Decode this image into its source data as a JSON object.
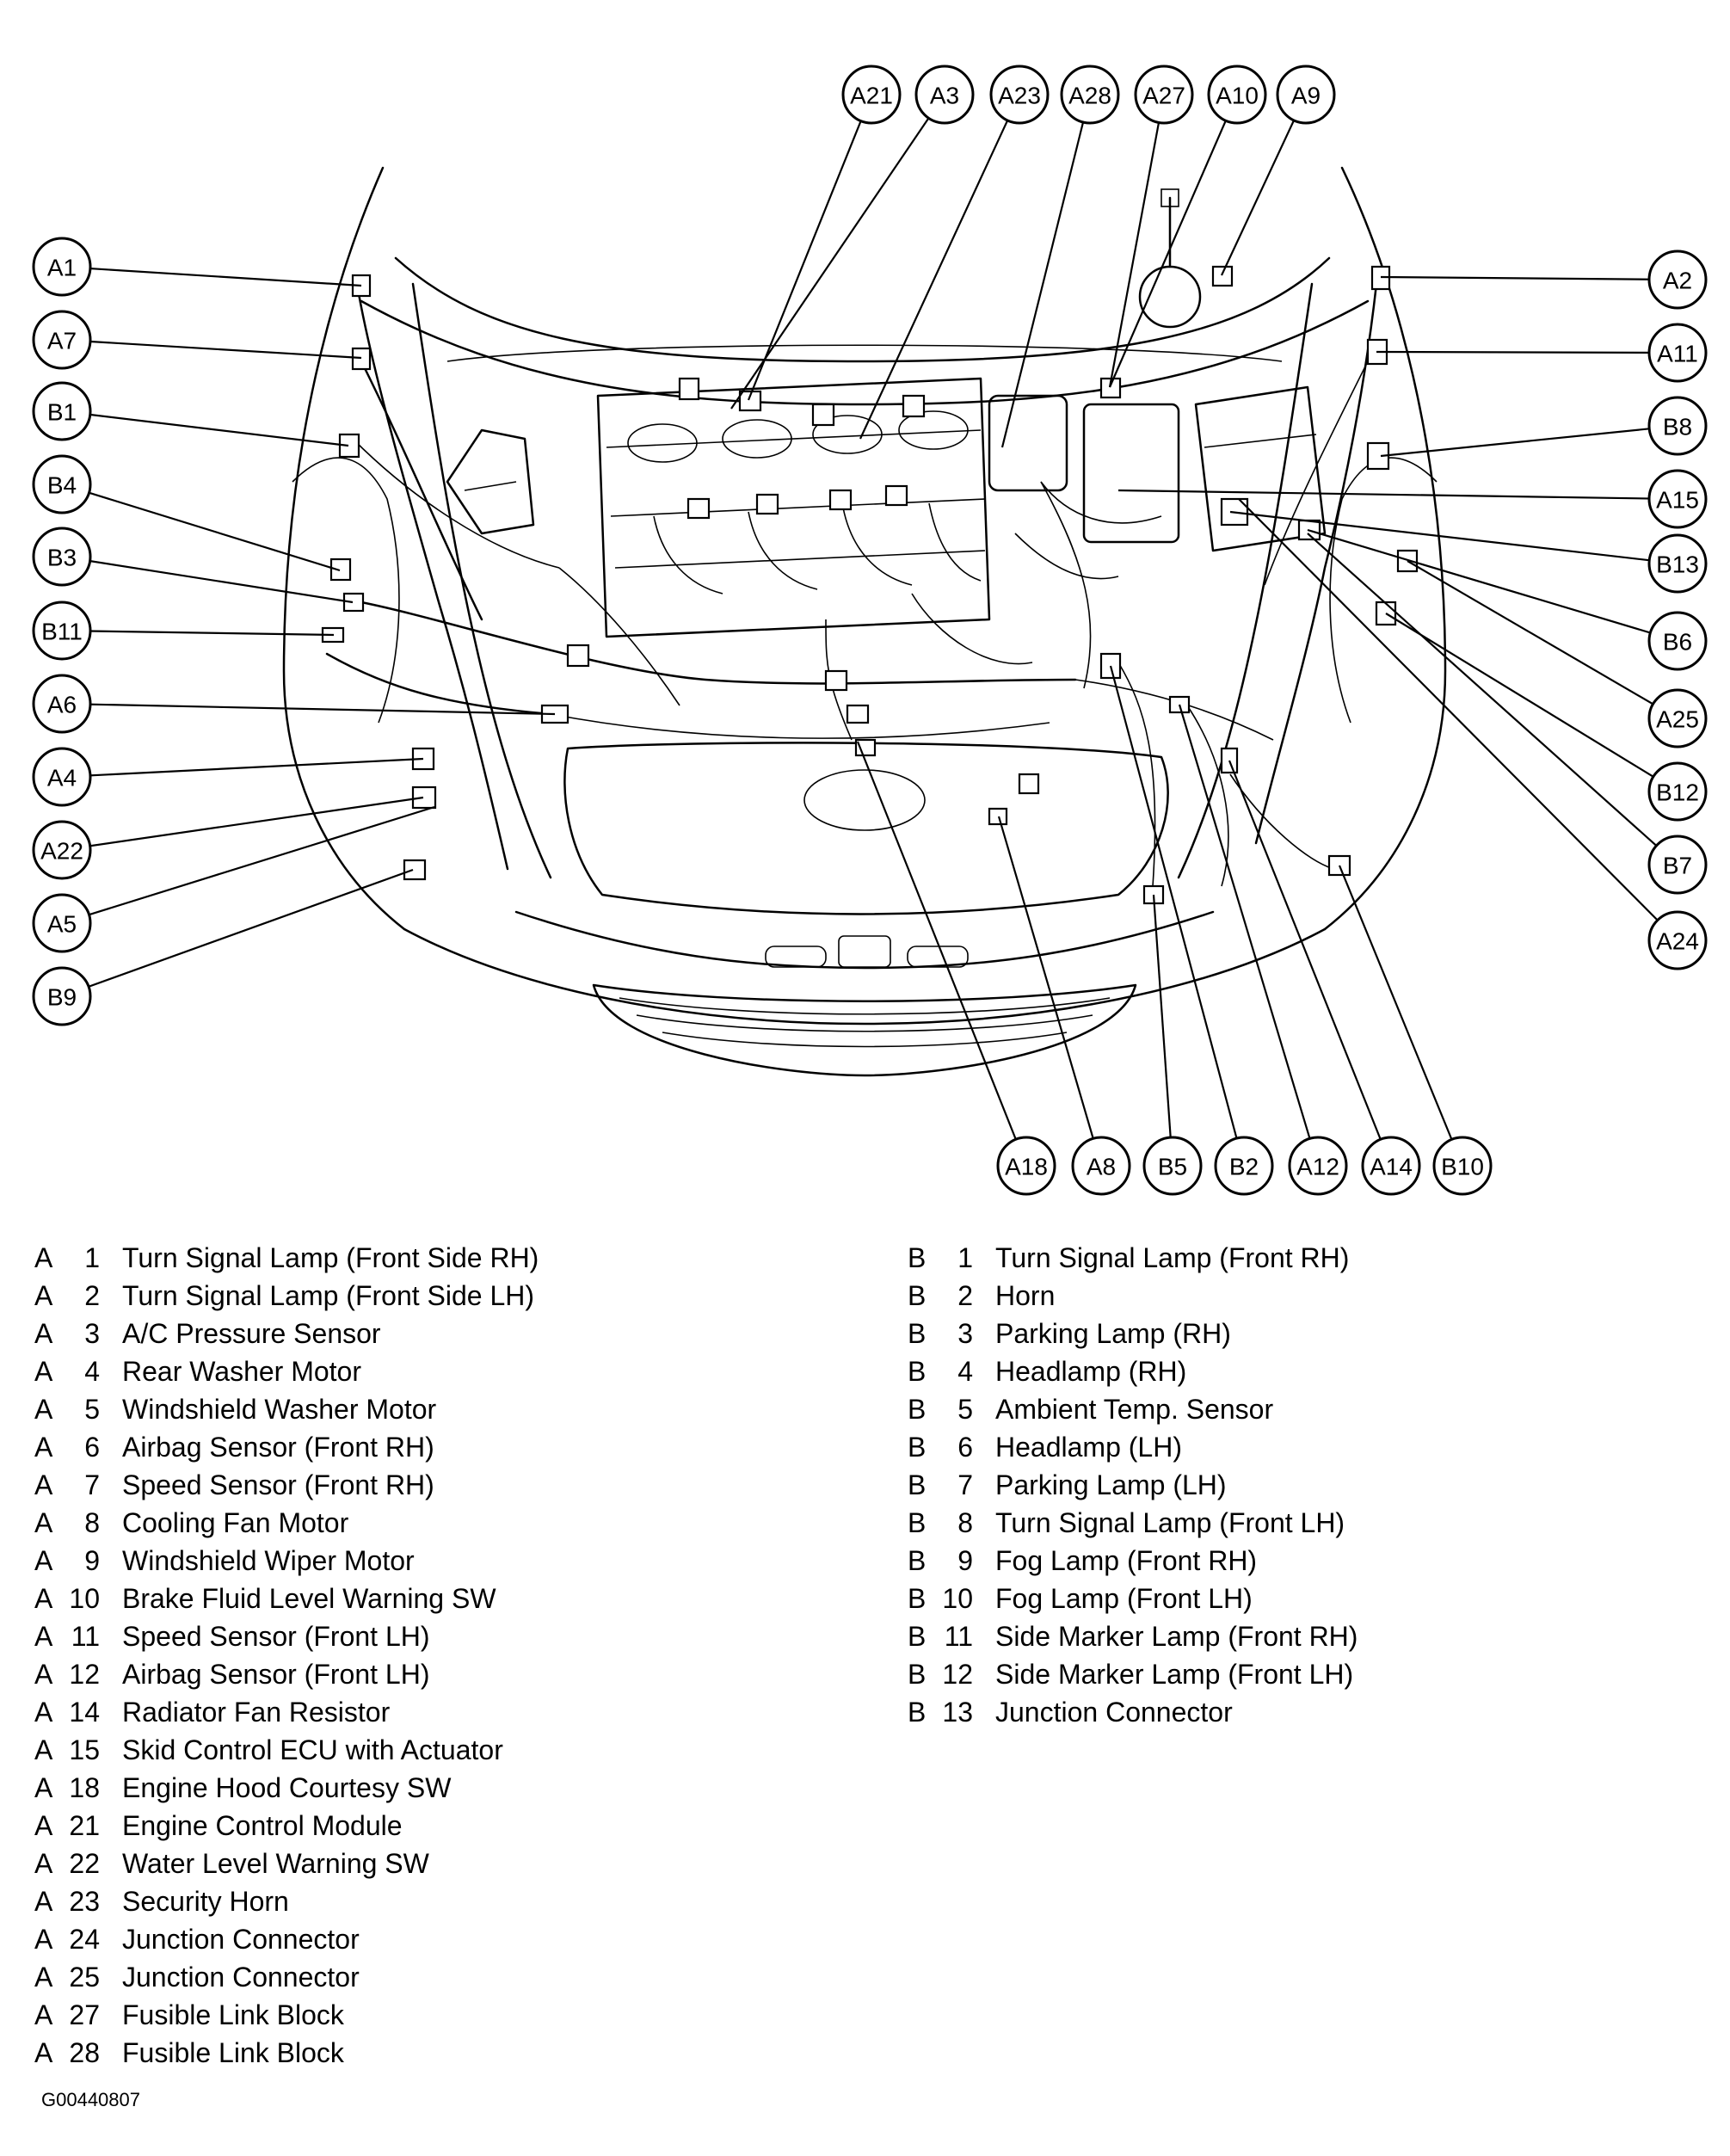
{
  "callouts": [
    "A21",
    "A3",
    "A23",
    "A28",
    "A27",
    "A10",
    "A9",
    "A1",
    "A7",
    "B1",
    "B4",
    "B3",
    "B11",
    "A6",
    "A4",
    "A22",
    "A5",
    "B9",
    "A2",
    "A11",
    "B8",
    "A15",
    "B13",
    "B6",
    "A25",
    "B12",
    "B7",
    "A24",
    "A18",
    "A8",
    "B5",
    "B2",
    "A12",
    "A14",
    "B10"
  ],
  "legend_left": [
    {
      "letter": "A",
      "num": "1",
      "label": "Turn Signal Lamp (Front Side RH)"
    },
    {
      "letter": "A",
      "num": "2",
      "label": "Turn Signal Lamp (Front Side LH)"
    },
    {
      "letter": "A",
      "num": "3",
      "label": "A/C Pressure Sensor"
    },
    {
      "letter": "A",
      "num": "4",
      "label": "Rear Washer Motor"
    },
    {
      "letter": "A",
      "num": "5",
      "label": "Windshield Washer Motor"
    },
    {
      "letter": "A",
      "num": "6",
      "label": "Airbag Sensor (Front RH)"
    },
    {
      "letter": "A",
      "num": "7",
      "label": "Speed Sensor (Front RH)"
    },
    {
      "letter": "A",
      "num": "8",
      "label": "Cooling Fan Motor"
    },
    {
      "letter": "A",
      "num": "9",
      "label": "Windshield Wiper Motor"
    },
    {
      "letter": "A",
      "num": "10",
      "label": "Brake Fluid Level Warning SW"
    },
    {
      "letter": "A",
      "num": "11",
      "label": "Speed Sensor (Front LH)"
    },
    {
      "letter": "A",
      "num": "12",
      "label": "Airbag Sensor (Front LH)"
    },
    {
      "letter": "A",
      "num": "14",
      "label": "Radiator Fan Resistor"
    },
    {
      "letter": "A",
      "num": "15",
      "label": "Skid Control ECU with Actuator"
    },
    {
      "letter": "A",
      "num": "18",
      "label": "Engine Hood Courtesy SW"
    },
    {
      "letter": "A",
      "num": "21",
      "label": "Engine Control Module"
    },
    {
      "letter": "A",
      "num": "22",
      "label": "Water Level Warning SW"
    },
    {
      "letter": "A",
      "num": "23",
      "label": "Security Horn"
    },
    {
      "letter": "A",
      "num": "24",
      "label": "Junction Connector"
    },
    {
      "letter": "A",
      "num": "25",
      "label": "Junction Connector"
    },
    {
      "letter": "A",
      "num": "27",
      "label": "Fusible Link Block"
    },
    {
      "letter": "A",
      "num": "28",
      "label": "Fusible Link Block"
    }
  ],
  "legend_right": [
    {
      "letter": "B",
      "num": "1",
      "label": "Turn Signal Lamp (Front RH)"
    },
    {
      "letter": "B",
      "num": "2",
      "label": "Horn"
    },
    {
      "letter": "B",
      "num": "3",
      "label": "Parking Lamp (RH)"
    },
    {
      "letter": "B",
      "num": "4",
      "label": "Headlamp (RH)"
    },
    {
      "letter": "B",
      "num": "5",
      "label": "Ambient Temp. Sensor"
    },
    {
      "letter": "B",
      "num": "6",
      "label": "Headlamp (LH)"
    },
    {
      "letter": "B",
      "num": "7",
      "label": "Parking Lamp (LH)"
    },
    {
      "letter": "B",
      "num": "8",
      "label": "Turn Signal Lamp (Front LH)"
    },
    {
      "letter": "B",
      "num": "9",
      "label": "Fog Lamp (Front RH)"
    },
    {
      "letter": "B",
      "num": "10",
      "label": "Fog Lamp (Front LH)"
    },
    {
      "letter": "B",
      "num": "11",
      "label": "Side Marker Lamp (Front RH)"
    },
    {
      "letter": "B",
      "num": "12",
      "label": "Side Marker Lamp (Front LH)"
    },
    {
      "letter": "B",
      "num": "13",
      "label": "Junction Connector"
    }
  ],
  "figure_id": "G00440807"
}
